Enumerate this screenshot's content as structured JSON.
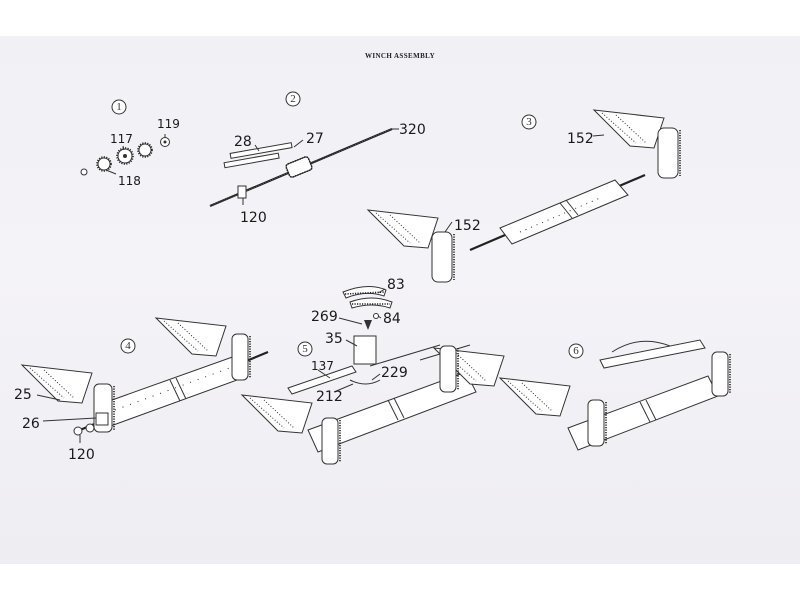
{
  "title": "WINCH ASSEMBLY",
  "steps": [
    "1",
    "2",
    "3",
    "4",
    "5",
    "6"
  ],
  "parts": {
    "p117": "117",
    "p118": "118",
    "p119": "119",
    "p28": "28",
    "p27": "27",
    "p320": "320",
    "p120a": "120",
    "p152a": "152",
    "p152b": "152",
    "p83": "83",
    "p269": "269",
    "p84": "84",
    "p35": "35",
    "p137": "137",
    "p229": "229",
    "p212": "212",
    "p25": "25",
    "p26": "26",
    "p120b": "120"
  }
}
